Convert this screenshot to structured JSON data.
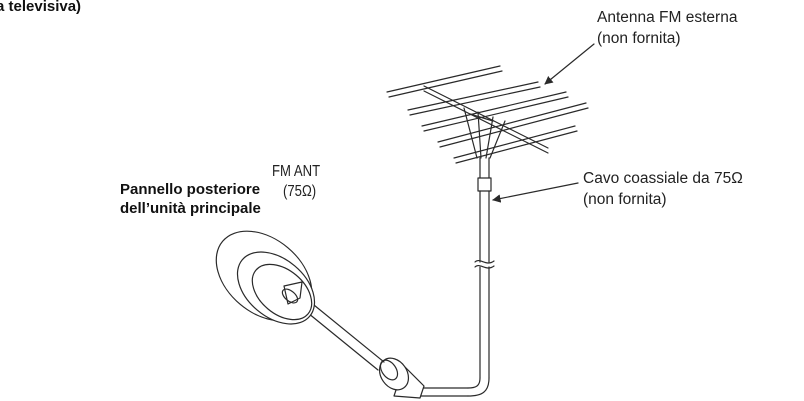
{
  "header": {
    "fragment": "a televisiva)"
  },
  "labels": {
    "antenna": [
      "Antenna FM esterna",
      "(non fornita)"
    ],
    "cable": [
      "Cavo coassiale da 75Ω",
      "(non fornita)"
    ],
    "terminal": [
      "FM ANT",
      "(75Ω)"
    ],
    "panel": [
      "Pannello posteriore",
      "dell’unità principale"
    ]
  },
  "colors": {
    "line": "#2a2a2a",
    "fill": "#ffffff"
  }
}
